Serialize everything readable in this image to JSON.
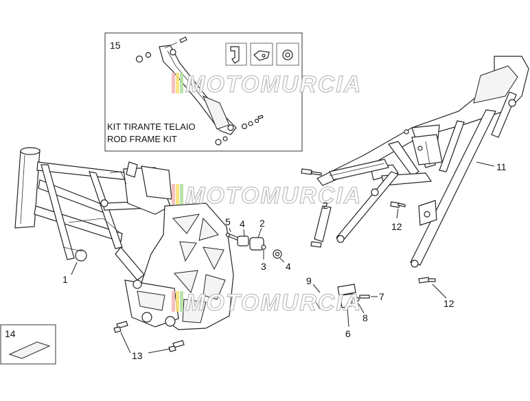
{
  "kit_box": {
    "number": "15",
    "label_line1": "KIT TIRANTE TELAIO",
    "label_line2": "ROD FRAME KIT",
    "icons": [
      "bracket-icon",
      "rod-clamp-icon",
      "nut-icon"
    ]
  },
  "watermark": {
    "text": "MOTOMURCIA",
    "stripe_colors": [
      "#f4b8b8",
      "#f7e27a",
      "#b5dfa0"
    ]
  },
  "part_numbers": {
    "p1": "1",
    "p2": "2",
    "p2b": "2",
    "p3": "3",
    "p4a": "4",
    "p4b": "4",
    "p5": "5",
    "p6": "6",
    "p7": "7",
    "p8": "8",
    "p9": "9",
    "p11": "11",
    "p12a": "12",
    "p12b": "12",
    "p13": "13",
    "p14": "14"
  }
}
